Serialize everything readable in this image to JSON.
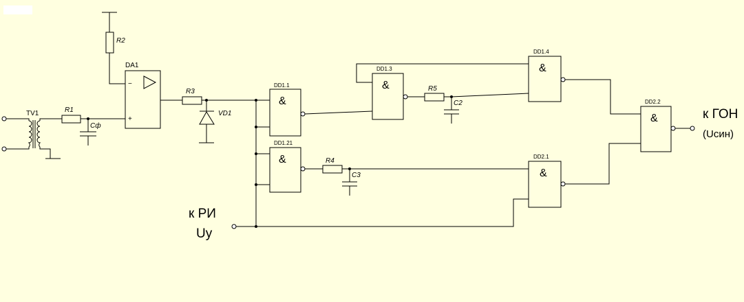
{
  "colors": {
    "background": "#ffffe0",
    "lines": "#000000"
  },
  "components": {
    "tv1": "TV1",
    "r1": "R1",
    "cf": "Сф",
    "r2": "R2",
    "da1": "DA1",
    "da1_inv": "−",
    "da1_noninv": "+",
    "r3": "R3",
    "vd1": "VD1",
    "dd1_1": "DD1.1",
    "dd1_21": "DD1.21",
    "dd1_3": "DD1.3",
    "r5": "R5",
    "c2": "C2",
    "r4": "R4",
    "c3": "C3",
    "dd1_4": "DD1.4",
    "dd2_1": "DD2.1",
    "dd2_2": "DD2.2",
    "gate_symbol": "&"
  },
  "connections": {
    "ri_line1": "к РИ",
    "ri_line2": "Uу",
    "gon_line1": "к ГОН",
    "gon_line2": "(Uсин)"
  }
}
